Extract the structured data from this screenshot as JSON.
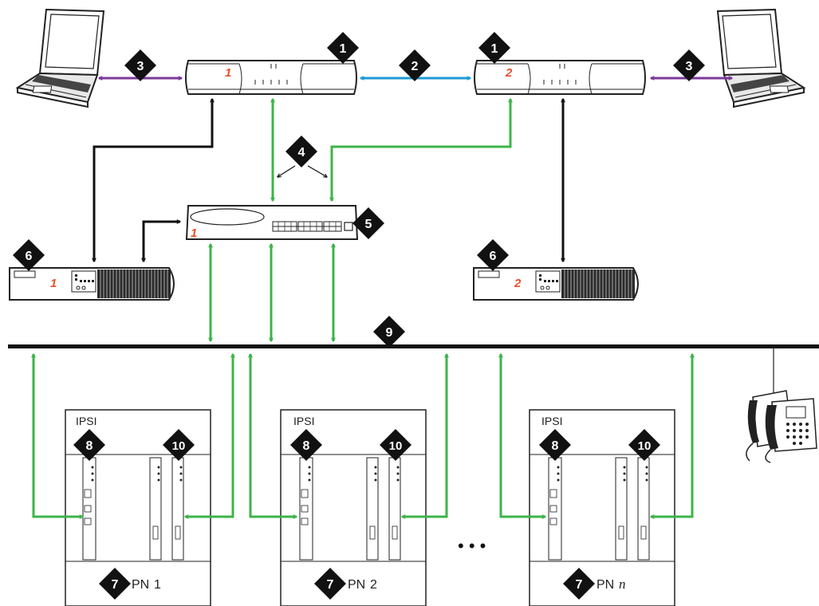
{
  "servers": [
    {
      "number": "1",
      "callout": "1"
    },
    {
      "number": "2",
      "callout": "1"
    }
  ],
  "laptop_callouts": [
    "3",
    "3"
  ],
  "server_link_callout": "2",
  "ethernet_switch": {
    "number": "1",
    "callout": "5"
  },
  "ups_units": [
    {
      "number": "1",
      "callout": "6"
    },
    {
      "number": "2",
      "callout": "6"
    }
  ],
  "switch_links_callout": "4",
  "lan_callout": "9",
  "port_networks": [
    {
      "card_label": "IPSI",
      "ipsi_callout": "8",
      "media_callout": "10",
      "name_prefix": "PN",
      "name_suffix": "1",
      "callout": "7"
    },
    {
      "card_label": "IPSI",
      "ipsi_callout": "8",
      "media_callout": "10",
      "name_prefix": "PN",
      "name_suffix": "2",
      "callout": "7"
    },
    {
      "card_label": "IPSI",
      "ipsi_callout": "8",
      "media_callout": "10",
      "name_prefix": "PN",
      "name_suffix": "n",
      "callout": "7"
    }
  ],
  "ellipsis": "• • •",
  "colors": {
    "green": "#3cb44a",
    "blue": "#1e9ad6",
    "purple": "#7a3a9a",
    "black": "#111111",
    "orange_number": "#e8502a"
  },
  "icons": [
    "laptop-icon",
    "ip-telephone-icon"
  ]
}
